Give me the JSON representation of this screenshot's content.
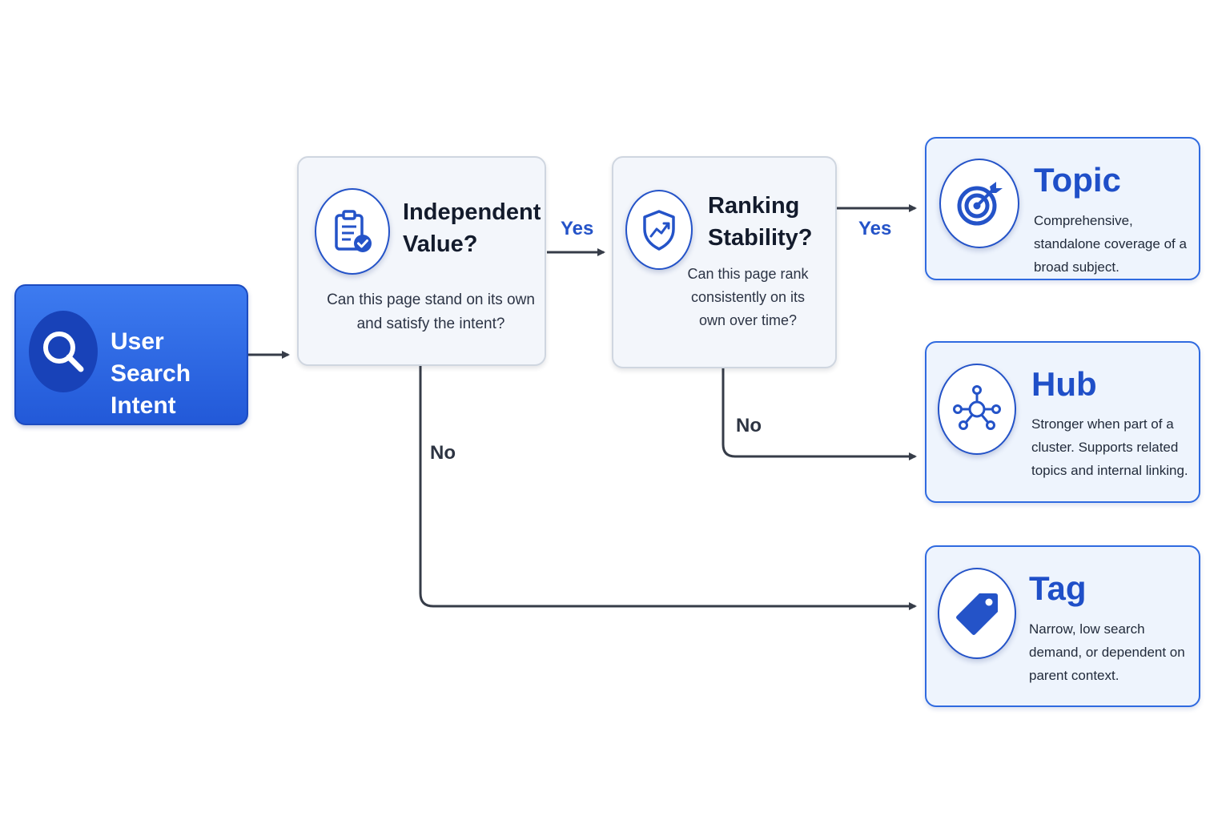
{
  "start": {
    "title": "User Search Intent",
    "icon": "search-icon"
  },
  "decisions": [
    {
      "title": "Independent Value?",
      "text": "Can this page stand on its own and satisfy the intent?",
      "icon": "clipboard-check-icon"
    },
    {
      "title": "Ranking Stability?",
      "text": "Can this page rank consistently on its own over time?",
      "icon": "shield-trend-icon"
    }
  ],
  "outcomes": [
    {
      "title": "Topic",
      "text": "Comprehensive, standalone coverage of a broad subject.",
      "icon": "target-icon"
    },
    {
      "title": "Hub",
      "text": "Stronger when part of a cluster. Supports related topics and internal linking.",
      "icon": "network-icon"
    },
    {
      "title": "Tag",
      "text": "Narrow, low search demand, or dependent on parent context.",
      "icon": "tag-icon"
    }
  ],
  "edges": {
    "yes_1": "Yes",
    "yes_2": "Yes",
    "no_1": "No",
    "no_2": "No"
  },
  "colors": {
    "accent": "#2453c8",
    "start_fill": "#2b63e0",
    "connector": "#363c48",
    "decision_fill": "#f3f6fb",
    "outcome_fill": "#eef4fd"
  }
}
